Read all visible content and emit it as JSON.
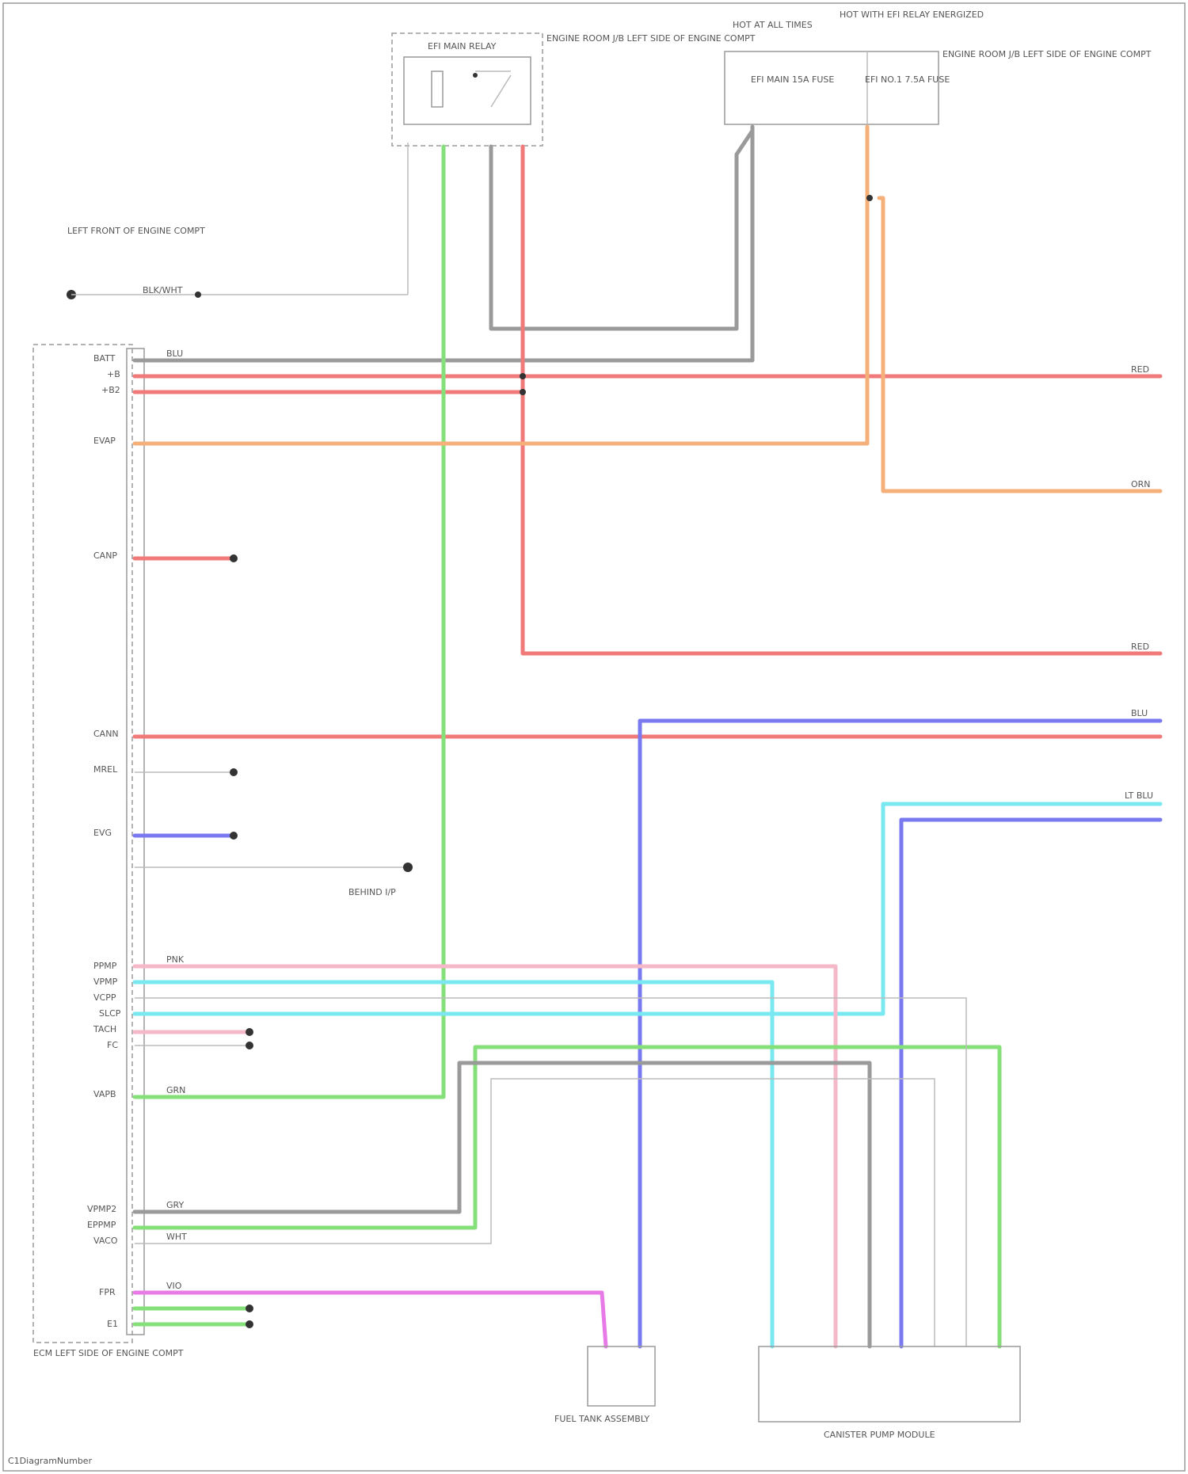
{
  "diagram": {
    "footer_id": "C1DiagramNumber",
    "components": {
      "top_relay_title": "EFI MAIN RELAY",
      "top_relay_location": "ENGINE ROOM J/B LEFT SIDE OF ENGINE COMPT",
      "fuse_left_title": "HOT AT ALL TIMES",
      "fuse_right_title": "HOT WITH EFI RELAY ENERGIZED",
      "fuse_box_location": "ENGINE ROOM J/B LEFT SIDE OF ENGINE COMPT",
      "fuse_1": "EFI MAIN 15A FUSE",
      "fuse_2": "EFI NO.1 7.5A FUSE",
      "ground_top": "LEFT FRONT OF ENGINE COMPT",
      "ecm": "ECM LEFT SIDE OF ENGINE COMPT",
      "ground_mid": "BEHIND I/P",
      "fuel_pump": "FUEL TANK ASSEMBLY",
      "canister": "CANISTER PUMP MODULE"
    },
    "ecm_pins": [
      "BATT",
      "+B",
      "+B2",
      "EVAP",
      "CANP",
      "CANN",
      "MREL",
      "EVG",
      "PPMP",
      "VPMP",
      "VCPP",
      "SLCP",
      "TACH",
      "FC",
      "VAPB",
      "VPMP2",
      "EPPMP",
      "VACO",
      "FPR",
      "E1"
    ],
    "wire_colors": [
      "BLU",
      "RED",
      "GRN",
      "GRY",
      "ORN",
      "PNK",
      "LT BLU",
      "WHT",
      "VIO",
      "BLK/WHT"
    ],
    "colors": {
      "red": "#f07a7a",
      "green": "#86e07a",
      "gray": "#9a9a9a",
      "orange": "#f5b07a",
      "blue": "#7a7af0",
      "cyan": "#7ae8f0",
      "pink": "#f5b8c8",
      "magenta": "#e87ae8",
      "white_wire": "#dddddd"
    }
  }
}
